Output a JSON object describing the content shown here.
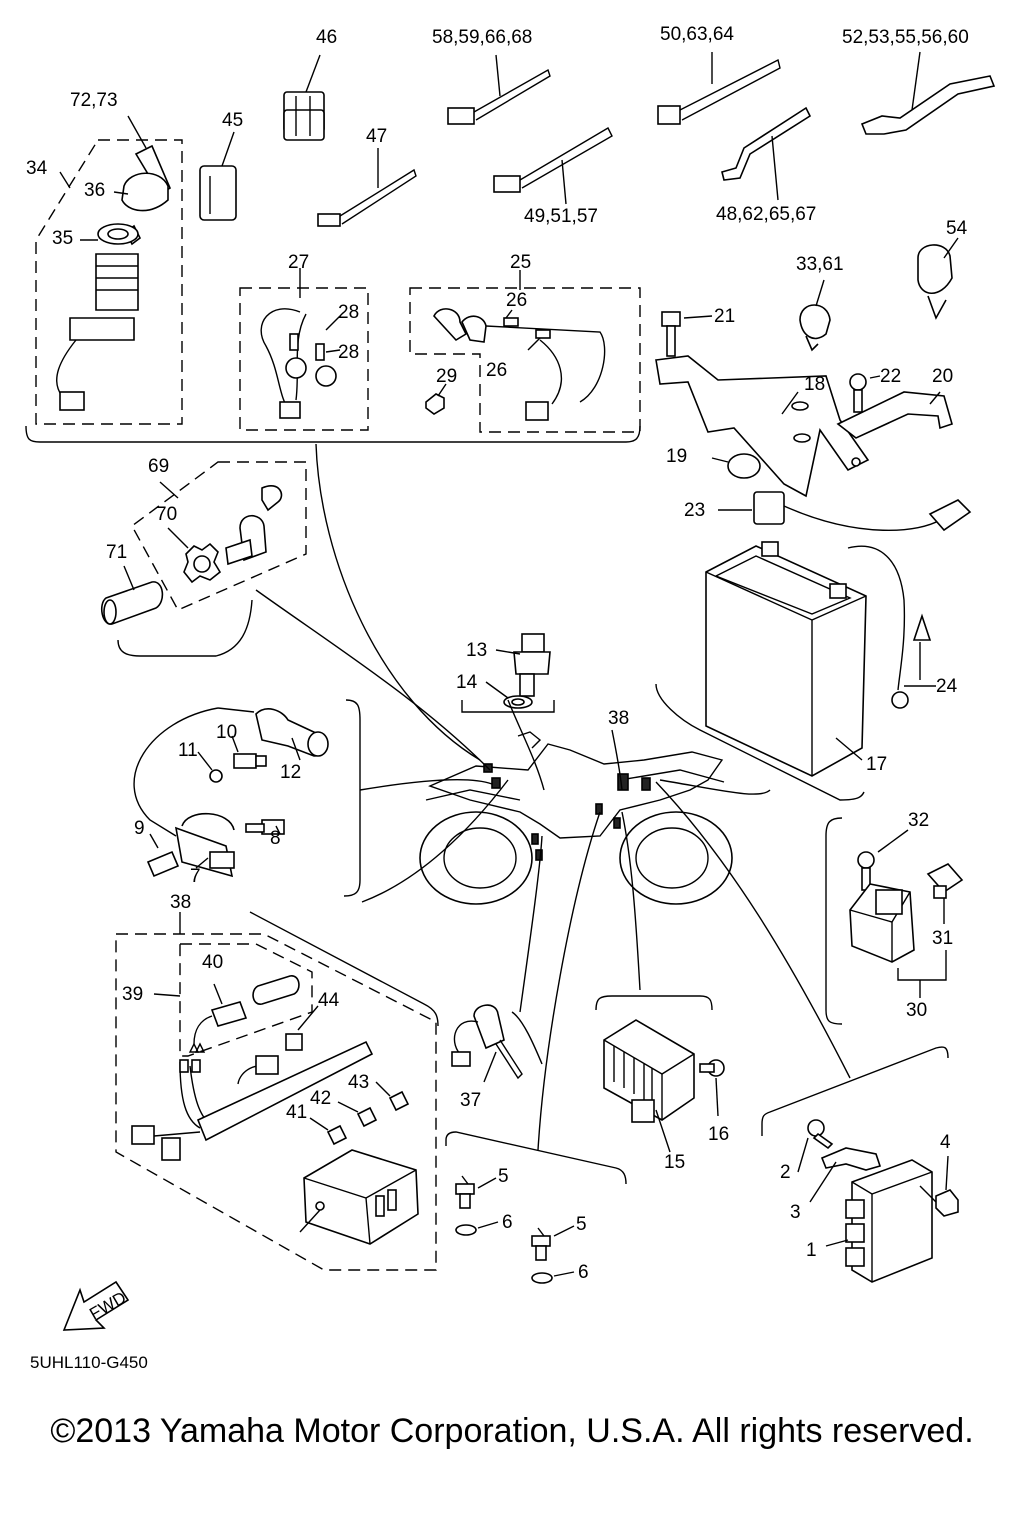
{
  "diagram": {
    "callouts": [
      "46",
      "58,59,66,68",
      "50,63,64",
      "52,53,55,56,60",
      "72,73",
      "45",
      "47",
      "34",
      "36",
      "49,51,57",
      "48,62,65,67",
      "35",
      "54",
      "27",
      "25",
      "33,61",
      "28",
      "26",
      "21",
      "28",
      "26",
      "29",
      "18",
      "22",
      "20",
      "69",
      "19",
      "70",
      "23",
      "71",
      "13",
      "24",
      "14",
      "38",
      "10",
      "11",
      "12",
      "17",
      "9",
      "8",
      "7",
      "32",
      "38",
      "40",
      "39",
      "44",
      "31",
      "30",
      "43",
      "42",
      "37",
      "16",
      "41",
      "4",
      "15",
      "2",
      "5",
      "3",
      "6",
      "5",
      "1",
      "6"
    ],
    "fwd_label": "FWD",
    "drawing_code": "5UHL110-G450"
  },
  "footer": {
    "copyright": "©2013 Yamaha Motor Corporation, U.S.A. All rights reserved."
  }
}
